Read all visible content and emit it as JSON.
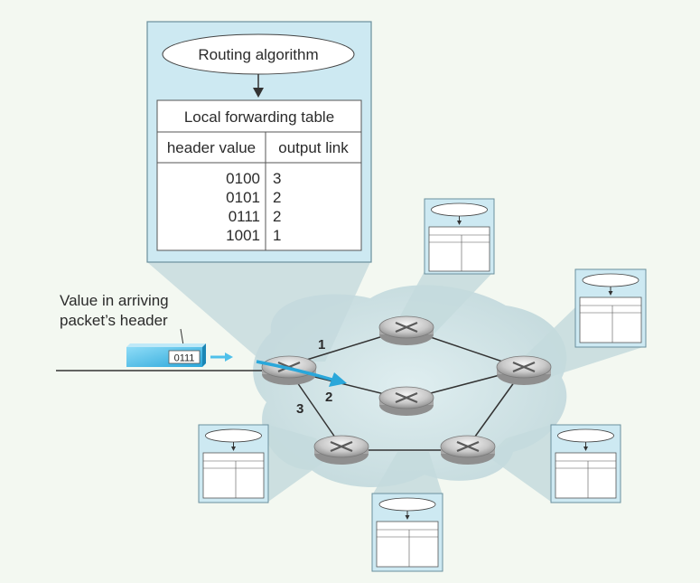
{
  "main_panel": {
    "routing_algorithm_label": "Routing algorithm",
    "table_title": "Local forwarding table",
    "col_header_value": "header value",
    "col_output_link": "output link",
    "rows": [
      {
        "header_value": "0100",
        "output_link": "3"
      },
      {
        "header_value": "0101",
        "output_link": "2"
      },
      {
        "header_value": "0111",
        "output_link": "2"
      },
      {
        "header_value": "1001",
        "output_link": "1"
      }
    ]
  },
  "arriving_label_line1": "Value in arriving",
  "arriving_label_line2": "packet’s header",
  "packet_value": "0111",
  "link_labels": {
    "link1": "1",
    "link2": "2",
    "link3": "3"
  },
  "colors": {
    "panel_fill": "#cde9f2",
    "panel_border": "#6a8f9d",
    "cloud_fill": "#c8dde0",
    "arrow_blue": "#2aa7da",
    "packet_blue": "#4fc0ea",
    "background": "#f3f8f1"
  }
}
